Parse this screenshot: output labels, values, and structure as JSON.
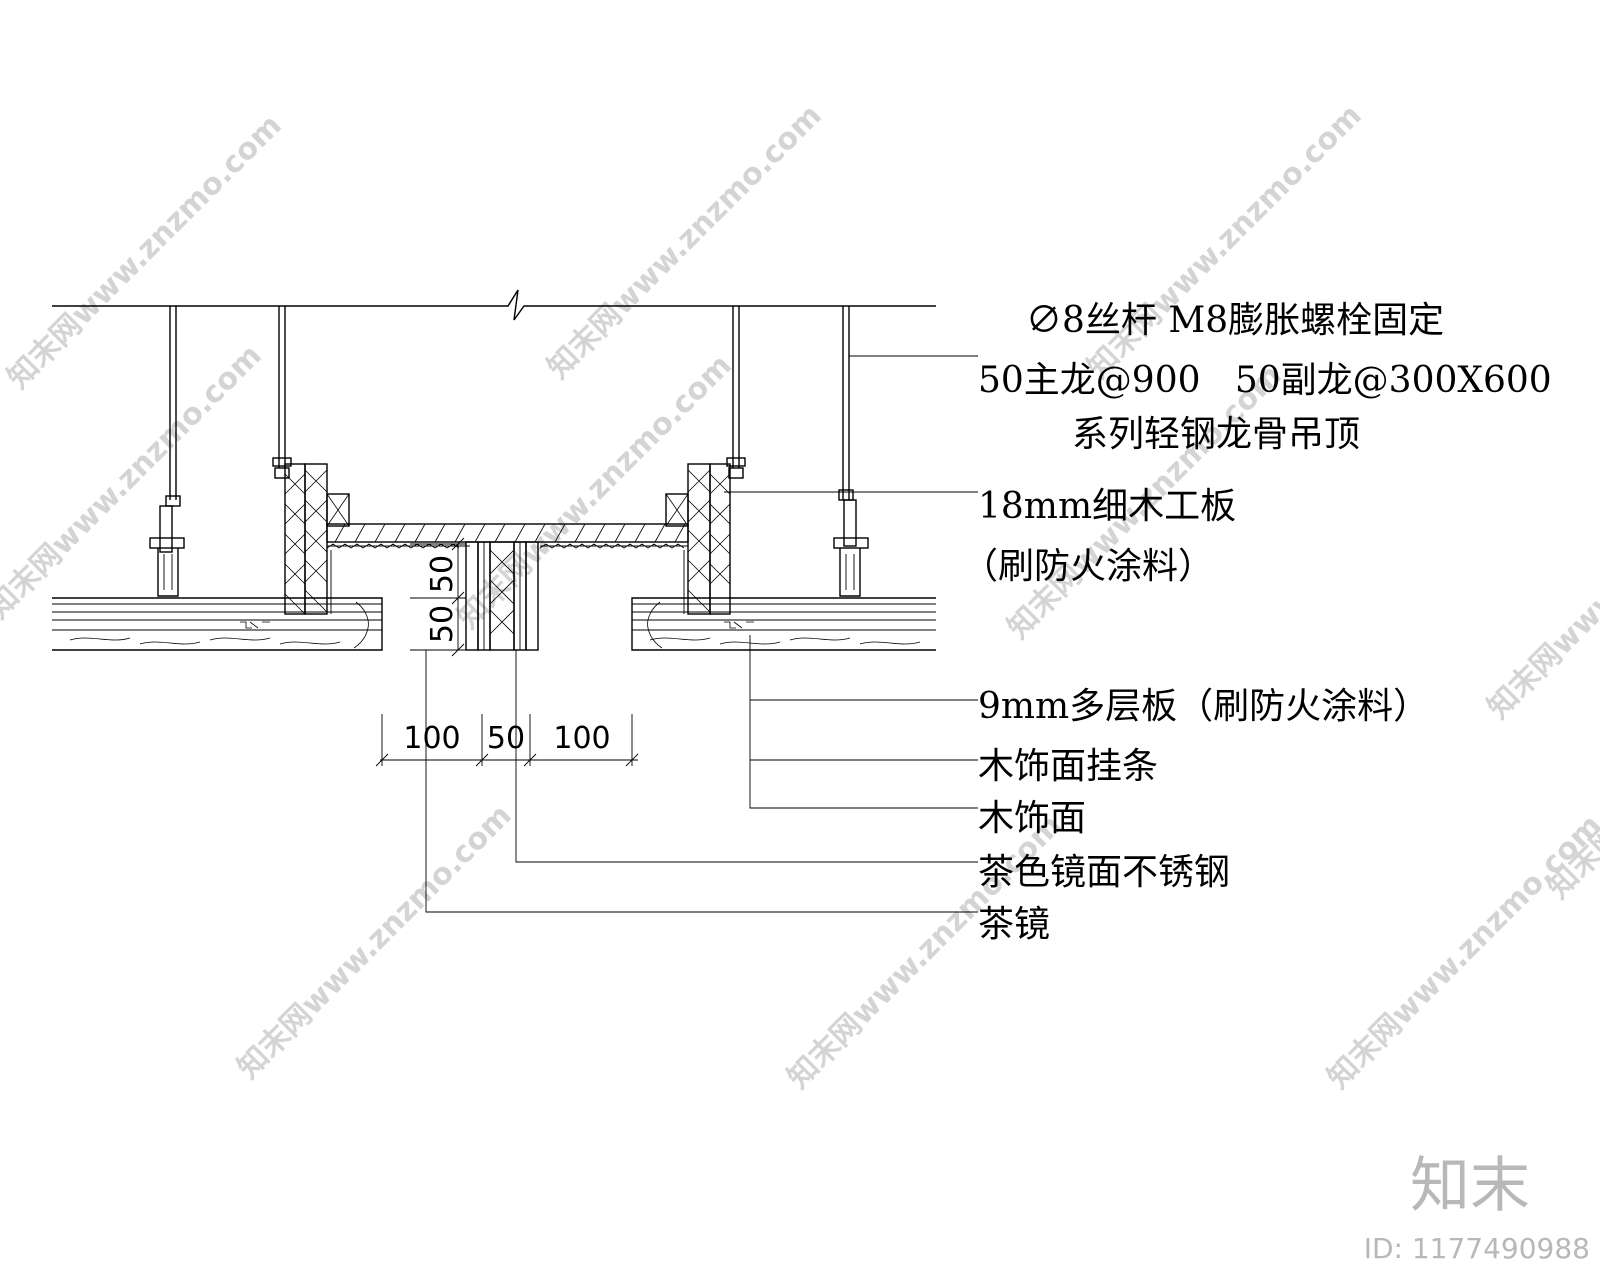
{
  "annotations": [
    {
      "text": "∅8丝杆 M8膨胀螺栓固定"
    },
    {
      "text": "50主龙@900   50副龙@300X600"
    },
    {
      "text": "系列轻钢龙骨吊顶"
    },
    {
      "text": "18mm细木工板"
    },
    {
      "text": "（刷防火涂料）"
    },
    {
      "text": "9mm多层板（刷防火涂料）"
    },
    {
      "text": "木饰面挂条"
    },
    {
      "text": "木饰面"
    },
    {
      "text": "茶色镜面不锈钢"
    },
    {
      "text": "茶镜"
    }
  ],
  "dimensions": {
    "horizontal": [
      "100",
      "50",
      "100"
    ],
    "vertical": [
      "50",
      "50"
    ]
  },
  "watermark": {
    "text": "知末网www.znzmo.com",
    "brand": "知末",
    "id_label": "ID: 1177490988"
  }
}
